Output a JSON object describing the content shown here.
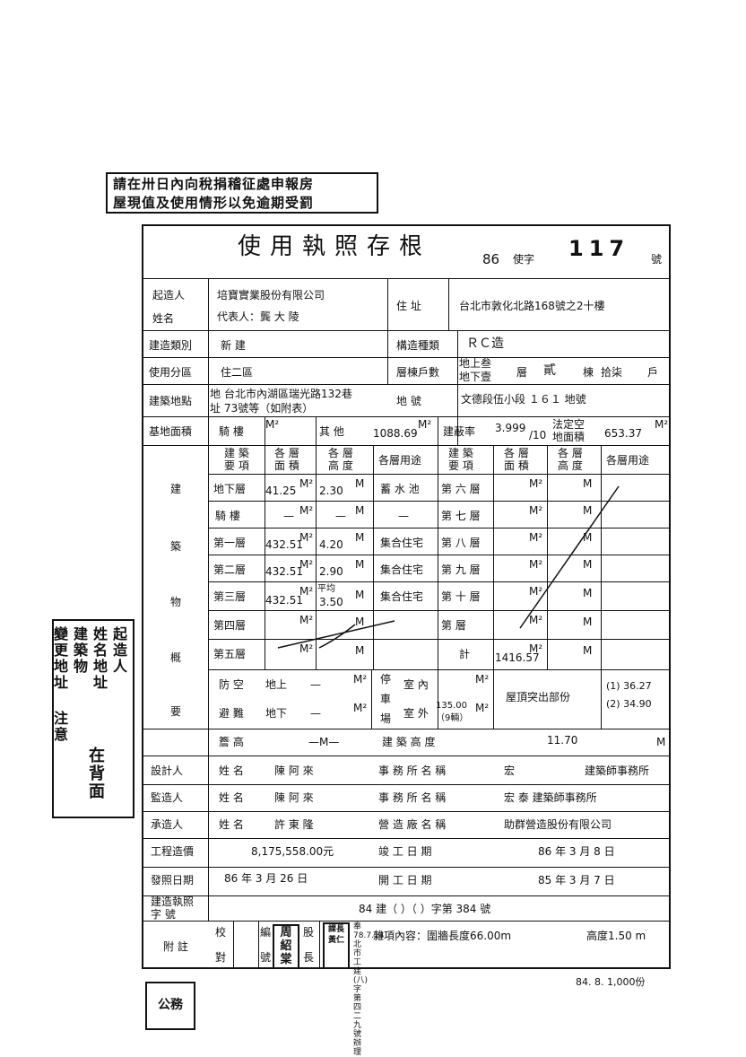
{
  "notice_stamp": {
    "line1": "請在卅日內向稅捐稽征處申報房",
    "line2": "屋現值及使用情形以免逾期受罰"
  },
  "side_stamp": {
    "col1": "起造人",
    "col2": "姓名地址",
    "col3": "建築物",
    "col4": "變更地址",
    "col5": "注意",
    "back": "在背面"
  },
  "title": "使用執照存根",
  "permit_no": {
    "year": "86",
    "label": "使字",
    "number": "117",
    "suffix": "號"
  },
  "owner": {
    "label1": "起造人",
    "label2": "姓名",
    "company": "培寶實業股份有限公司",
    "rep": "代表人：龔 大 陵",
    "addr_label": "住 址",
    "address": "台北市敦化北路168號之2十樓"
  },
  "build_type": {
    "label": "建造類別",
    "value": "新 建",
    "struct_label": "構造種類",
    "struct": "ＲＣ造"
  },
  "zone": {
    "label": "使用分區",
    "value": "住二區",
    "floors_label": "層棟戶數",
    "above": "地上叁",
    "below": "地下壹",
    "ceng": "層",
    "floors_n": "貳",
    "dong": "棟",
    "hu_n": "拾柒",
    "hu": "戶"
  },
  "site": {
    "label": "建築地點",
    "dl1": "地",
    "dl2": "址",
    "addr1": "台北市內湖區瑞光路132巷",
    "addr2": "73號等（如附表）",
    "lot_label": "地 號",
    "lot": "文德段伍小段 １６１ 地號"
  },
  "area": {
    "label": "基地面積",
    "arcade": "騎 樓",
    "m2": "M²",
    "other": "其 他",
    "other_v": "1088.69",
    "ratio_label": "建蔽率",
    "ratio": "3.999",
    "ratio_d": "/10",
    "open_label1": "法定空",
    "open_label2": "地面積",
    "open_v": "653.37"
  },
  "table_head": {
    "c1": "建 築",
    "c1b": "要 項",
    "c2": "各 層",
    "c2b": "面 積",
    "c3": "各 層",
    "c3b": "高 度",
    "c4": "各層用途"
  },
  "left_col": [
    "建",
    "築",
    "物",
    "概",
    "要"
  ],
  "rows_left": [
    {
      "label": "地下層",
      "area": "41.25",
      "height": "2.30",
      "use": "蓄 水 池"
    },
    {
      "label": "騎 樓",
      "area": "—",
      "height": "—",
      "use": "—"
    },
    {
      "label": "第一層",
      "area": "432.51",
      "height": "4.20",
      "use": "集合住宅"
    },
    {
      "label": "第二層",
      "area": "432.51",
      "height": "2.90",
      "use": "集合住宅"
    },
    {
      "label": "第三層",
      "area": "432.51",
      "height": "3.50",
      "use": "集合住宅"
    },
    {
      "label": "第四層",
      "area": "",
      "height": "",
      "use": ""
    },
    {
      "label": "第五層",
      "area": "",
      "height": "",
      "use": ""
    }
  ],
  "avg_label": "平均",
  "rows_right": [
    "第 六 層",
    "第 七 層",
    "第 八 層",
    "第 九 層",
    "第 十 層",
    "第 層",
    "計"
  ],
  "total_area": "1416.57",
  "unit_m2": "M²",
  "unit_m": "M",
  "shelter": {
    "l1": "防 空",
    "l2": "避 難",
    "above": "地上",
    "below": "地下",
    "dash": "—",
    "park1": "停",
    "park2": "車",
    "park3": "場",
    "indoor": "室 內",
    "outdoor": "室 外",
    "out_v": "135.00",
    "out_n": "（9輛）",
    "roof_label": "屋頂突出部份",
    "roof1": "(1) 36.27",
    "roof2": "(2) 34.90"
  },
  "eave": {
    "label": "簷 高",
    "value": "—M—",
    "bh_label": "建 築 高 度",
    "bh": "11.70"
  },
  "designer": {
    "label": "設計人",
    "name_label": "姓 名",
    "name": "陳 阿 來",
    "office_label": "事 務 所 名 稱",
    "office": "宏",
    "office2": "建築師事務所"
  },
  "supervisor": {
    "label": "監造人",
    "name_label": "姓 名",
    "name": "陳 阿 來",
    "office_label": "事 務 所 名 稱",
    "office": "宏 泰 建築師事務所"
  },
  "contractor": {
    "label": "承造人",
    "name_label": "姓 名",
    "name": "許 東 隆",
    "firm_label": "營 造 廠 名 稱",
    "firm": "助群營造股份有限公司"
  },
  "cost": {
    "label": "工程造價",
    "value": "8,175,558.00元",
    "done_label": "竣 工 日 期",
    "done": "86 年 3 月 8 日"
  },
  "issue": {
    "label": "發照日期",
    "value": "86 年 3 月 26 日",
    "start_label": "開 工 日 期",
    "start": "85 年 3 月 7 日"
  },
  "build_permit": {
    "l1": "建造執照",
    "l2": "字 號",
    "value": "84 建（ ）（ ）字第 384 號"
  },
  "notes": {
    "label": "附 註",
    "misc": "雜項內容：圍牆長度66.00m",
    "height": "高度1.50 m",
    "c1": "校",
    "c1b": "對",
    "c2": "編",
    "c2b": "號",
    "c3": "股",
    "c3b": "長",
    "sign1": "周",
    "sign2": "紹",
    "sign3": "棠",
    "seal1": "課長",
    "seal2": "黃仁",
    "side": "奉78.7.14北市工建(八)字第四二九號辦理"
  },
  "footer": "84. 8. 1,000份",
  "corner_stamp": "公務"
}
